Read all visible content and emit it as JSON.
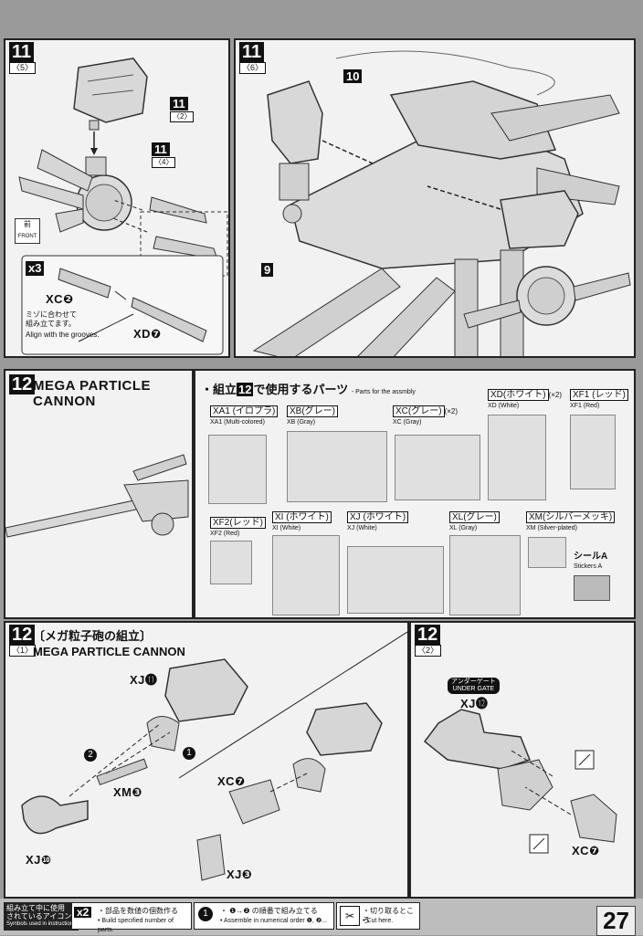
{
  "step11_left": {
    "step": "11",
    "sub": "〈5〉",
    "callout_a": {
      "num": "11",
      "sub": "〈2〉"
    },
    "callout_b": {
      "num": "11",
      "sub": "〈4〉"
    },
    "front_label": "前",
    "front_en": "FRONT",
    "multiplier": "x3",
    "part_xc": "XC❷",
    "part_xd": "XD❼",
    "note_jp": "ミゾに合わせて",
    "note_jp2": "組み立てます。",
    "note_en": "Align with the grooves."
  },
  "step11_right": {
    "step": "11",
    "sub": "〈6〉",
    "callout_10": "10",
    "callout_9": "9"
  },
  "step12_parts": {
    "step": "12",
    "title": "MEGA PARTICLE CANNON",
    "parts_header_jp_a": "・組立",
    "parts_header_num": "12",
    "parts_header_jp_b": "で使用するパーツ",
    "parts_header_en": "- Parts for the assmbly",
    "parts": [
      {
        "code": "XA1 (イロプラ)",
        "en": "XA1 (Multi-colored)"
      },
      {
        "code": "XB(グレー)",
        "en": "XB (Gray)"
      },
      {
        "code": "XC(グレー)",
        "en": "XC (Gray)",
        "mult": "(×2)"
      },
      {
        "code": "XD(ホワイト)",
        "en": "XD (White)",
        "mult": "(×2)"
      },
      {
        "code": "XF1 (レッド)",
        "en": "XF1 (Red)"
      },
      {
        "code": "XF2(レッド)",
        "en": "XF2 (Red)"
      },
      {
        "code": "XI (ホワイト)",
        "en": "XI (White)"
      },
      {
        "code": "XJ (ホワイト)",
        "en": "XJ (White)"
      },
      {
        "code": "XL(グレー)",
        "en": "XL (Gray)"
      },
      {
        "code": "XM(シルバーメッキ)",
        "en": "XM (Silver-plated)"
      }
    ],
    "sticker_jp": "シールA",
    "sticker_en": "Stickers A"
  },
  "step12_sub1": {
    "step": "12",
    "sub": "〈1〉",
    "title_jp": "〔メガ粒子砲の組立〕",
    "title_en": "MEGA PARTICLE CANNON",
    "parts": [
      "XJ⓫",
      "XM❸",
      "XJ❿",
      "XC❼",
      "XJ❸"
    ],
    "order_1": "1",
    "order_2": "2"
  },
  "step12_sub2": {
    "step": "12",
    "sub": "〈2〉",
    "under_gate_jp": "アンダーゲート",
    "under_gate_en": "UNDER GATE",
    "part_xj": "XJ⓬",
    "part_xc": "XC❼"
  },
  "footer": {
    "legend_jp1": "組み立て中に使用",
    "legend_jp2": "されているアイコン",
    "legend_en": "Symbols used in instructions",
    "icon1_label": "x2",
    "icon1_jp": "・部品を数値の個数作る",
    "icon1_en": "• Build specified number of parts.",
    "icon2_label": "1",
    "icon2_jp": "・ ❶→❷ の順番で組み立てる",
    "icon2_en": "• Assemble in numerical order ❶, ❷...",
    "icon3_jp": "・切り取るところ",
    "icon3_en": "• Cut here.",
    "page": "27"
  }
}
